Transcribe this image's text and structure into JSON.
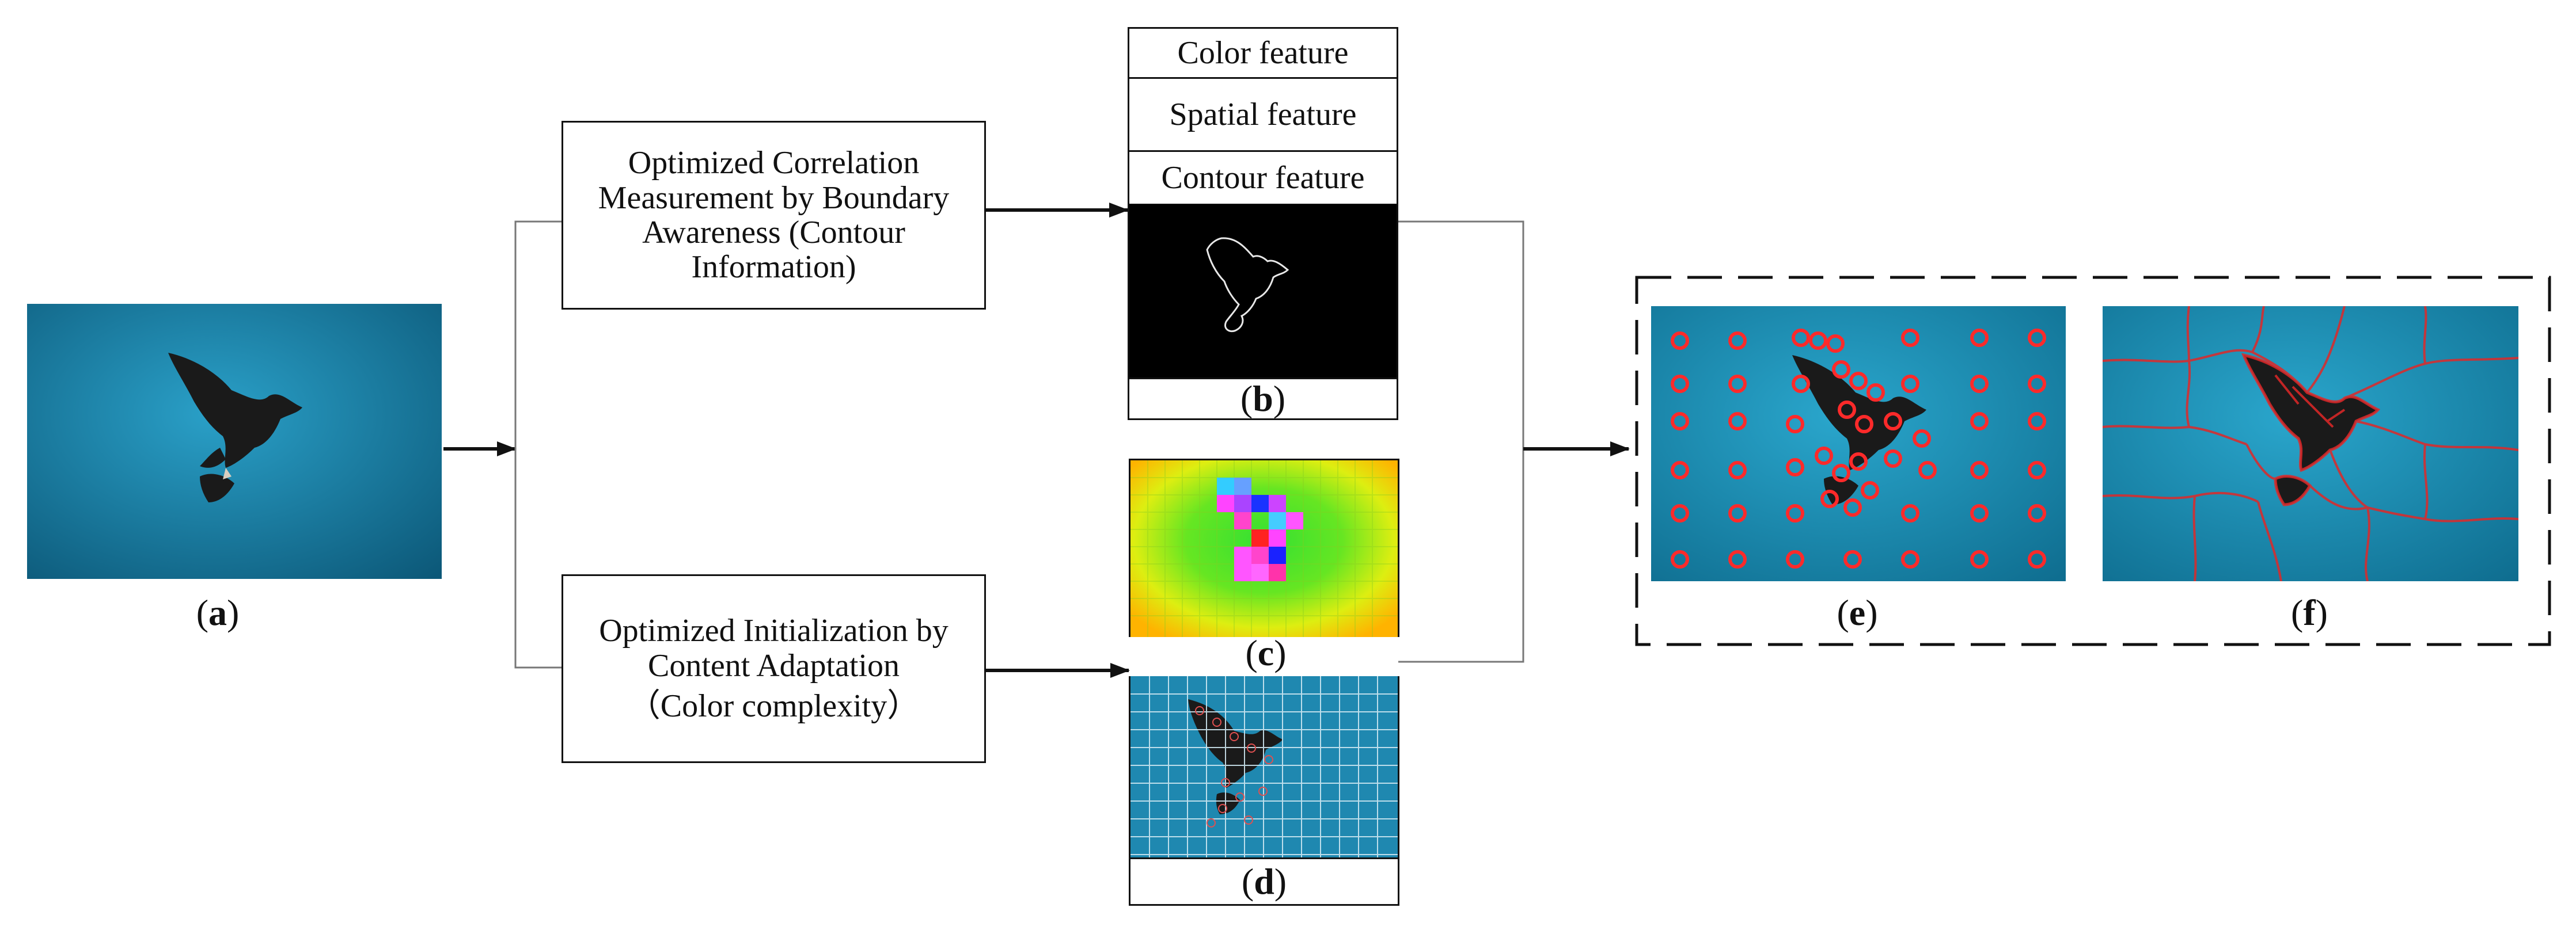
{
  "boxes": {
    "top": "Optimized Correlation Measurement by Boundary Awareness (Contour Information)",
    "bottom_line1": "Optimized Initialization by Content Adaptation",
    "bottom_line2": "（Color complexity）"
  },
  "features": [
    "Color feature",
    "Spatial feature",
    "Contour feature"
  ],
  "captions": {
    "a": "a",
    "b": "b",
    "c": "c",
    "d": "d",
    "e": "e",
    "f": "f"
  },
  "colors": {
    "sky": "#1e8bb0",
    "sky_dark": "#0d5f80",
    "outline": "#111111",
    "superpixel": "#e02020"
  }
}
